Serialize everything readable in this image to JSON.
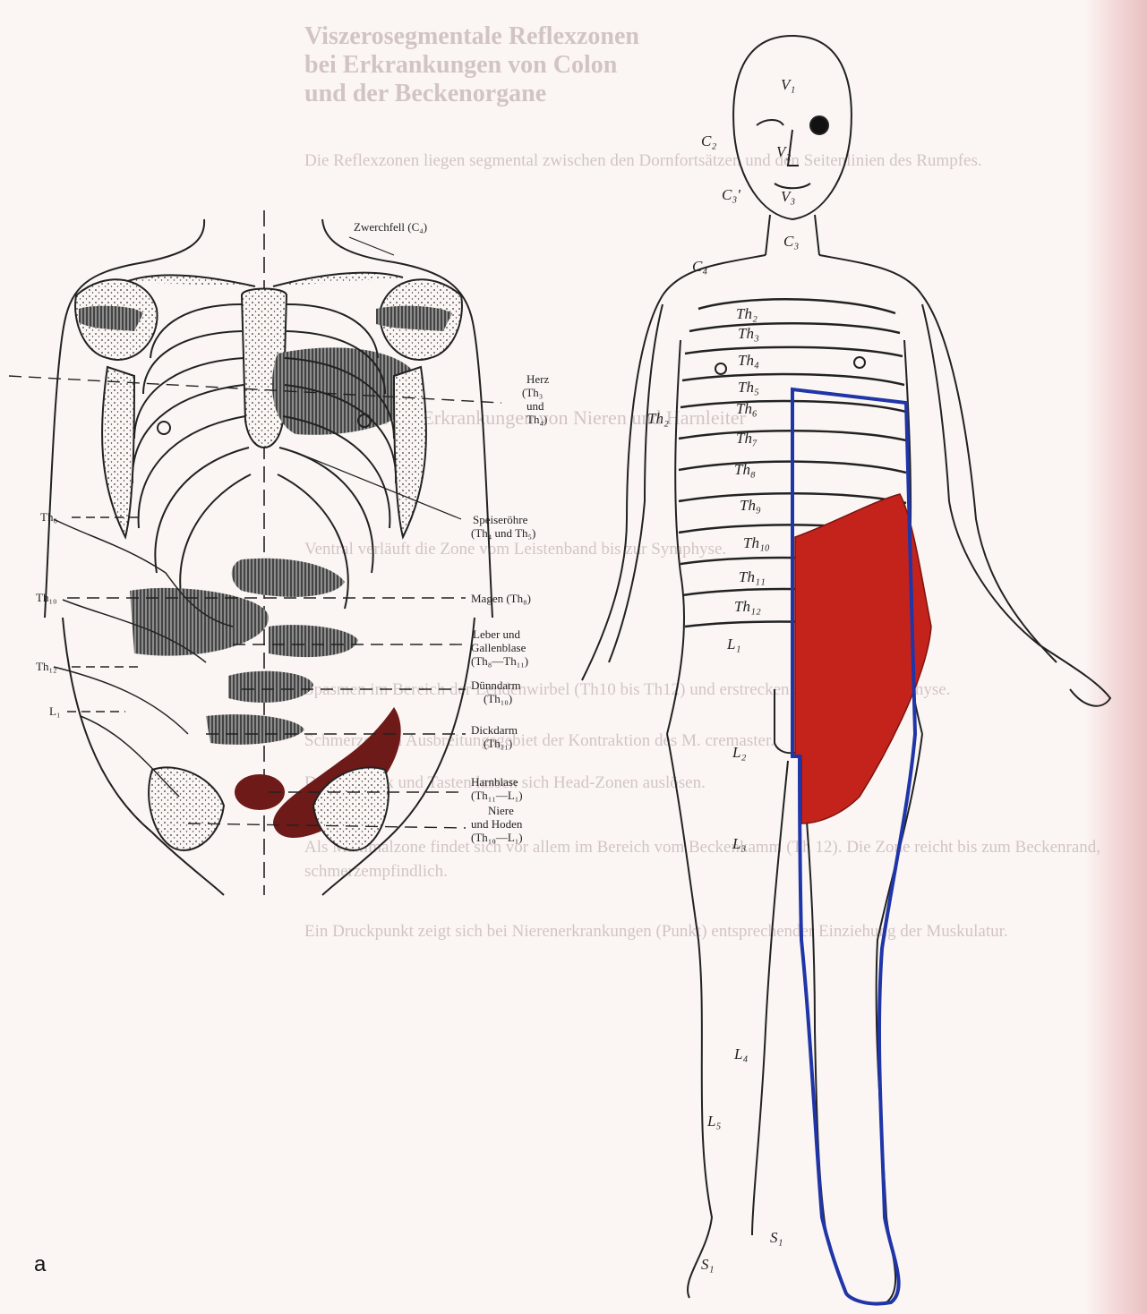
{
  "panel_label": "a",
  "left_figure": {
    "labels_right": {
      "zwerchfell": "Zwerchfell (C₄)",
      "herz": [
        "Herz",
        "(Th₃",
        "und",
        "Th₄)"
      ],
      "speiseroehre": [
        "Speiseröhre",
        "(Th₄ und Th₅)"
      ],
      "magen": "Magen (Th₈)",
      "leber": [
        "Leber und",
        "Gallenblase",
        "(Th₈—Th₁₁)"
      ],
      "duenndarm": [
        "Dünndarm",
        "(Th₁₀)"
      ],
      "dickdarm": [
        "Dickdarm",
        "(Th₁₁)"
      ],
      "harnblase": [
        "Harnblase",
        "(Th₁₁—L₁)"
      ],
      "niere": [
        "Niere",
        "und Hoden",
        "(Th₁₀—L₁)"
      ]
    },
    "labels_left": {
      "th6": "Th₆",
      "th10": "Th₁₀",
      "th12": "Th₁₂",
      "l1": "L₁"
    },
    "colors": {
      "organ_shade": "#444444",
      "highlight": "#6e1a18"
    }
  },
  "right_figure": {
    "segments": {
      "v1": "V₁",
      "v2": "V₂",
      "v3": "V₃",
      "c2": "C₂",
      "c3p": "C₃'",
      "c3": "C₃",
      "c4": "C₄",
      "th2a": "Th₂",
      "th3": "Th₃",
      "th4": "Th₄",
      "th5": "Th₅",
      "th6": "Th₆",
      "th7": "Th₇",
      "th8": "Th₈",
      "th9": "Th₉",
      "th10": "Th₁₀",
      "th11": "Th₁₁",
      "th12": "Th₁₂",
      "th2side": "Th₂",
      "l1": "L₁",
      "l2": "L₂",
      "l3": "L₃",
      "l4": "L₄",
      "l5": "L₅",
      "s1": "S₁",
      "s1b": "S₁"
    },
    "colors": {
      "red_zone": "#c4231b",
      "blue_outline": "#1f35a8"
    }
  },
  "background_text": {
    "heading": [
      "Viszerosegmentale Reflexzonen",
      "bei Erkrankungen von Colon",
      "und der Beckenorgane"
    ],
    "paragraphs": [
      "Die Reflexzonen liegen segmental zwischen den Dornfortsätzen und den Seitenlinien des Rumpfes.",
      "Die Zonen bei Erkrankungen von Nieren und Harnleiter",
      "Ventral verläuft die Zone vom Leistenband bis zur Symphyse.",
      "Spasmen im Bereich der Lendenwirbel (Th10 bis Th12) und erstrecken sich bis zur Symphyse.",
      "Schmerzen im Ausbreitungsgebiet der Kontraktion des M. cremaster.",
      "Durch Druck und Tasten lassen sich Head-Zonen auslösen.",
      "Als Maximalzone findet sich vor allem im Bereich vom Beckenkamm (Th 12). Die Zone reicht bis zum Beckenrand, schmerzempfindlich.",
      "Ein Druckpunkt zeigt sich bei Nierenerkrankungen (Punkt) entsprechender Einziehung der Muskulatur."
    ]
  }
}
